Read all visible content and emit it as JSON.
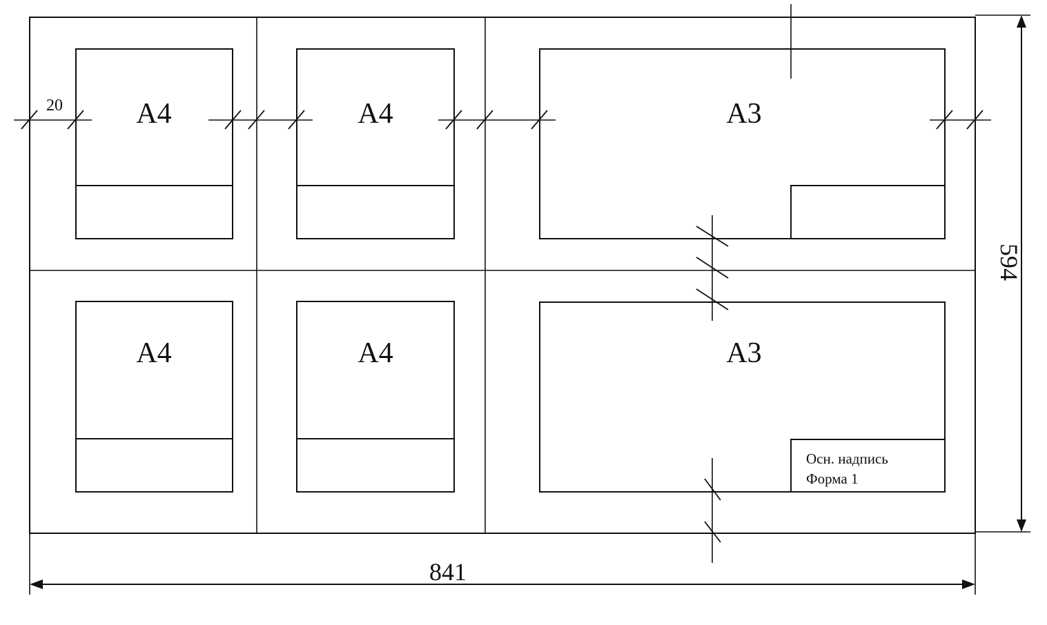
{
  "drawing": {
    "title": "A1 sheet layout into A4 and A3 formats",
    "sheets": [
      {
        "id": "a4-top-left",
        "label": "A4"
      },
      {
        "id": "a4-top-middle",
        "label": "A4"
      },
      {
        "id": "a3-top",
        "label": "A3"
      },
      {
        "id": "a4-bottom-left",
        "label": "A4"
      },
      {
        "id": "a4-bottom-middle",
        "label": "A4"
      },
      {
        "id": "a3-bottom",
        "label": "A3"
      }
    ],
    "margin_dimension": "20",
    "width_dimension": "841",
    "height_dimension": "594",
    "title_block": {
      "line1": "Осн. надпись",
      "line2": "Форма 1"
    }
  },
  "colors": {
    "line": "#111111",
    "background": "#ffffff"
  }
}
